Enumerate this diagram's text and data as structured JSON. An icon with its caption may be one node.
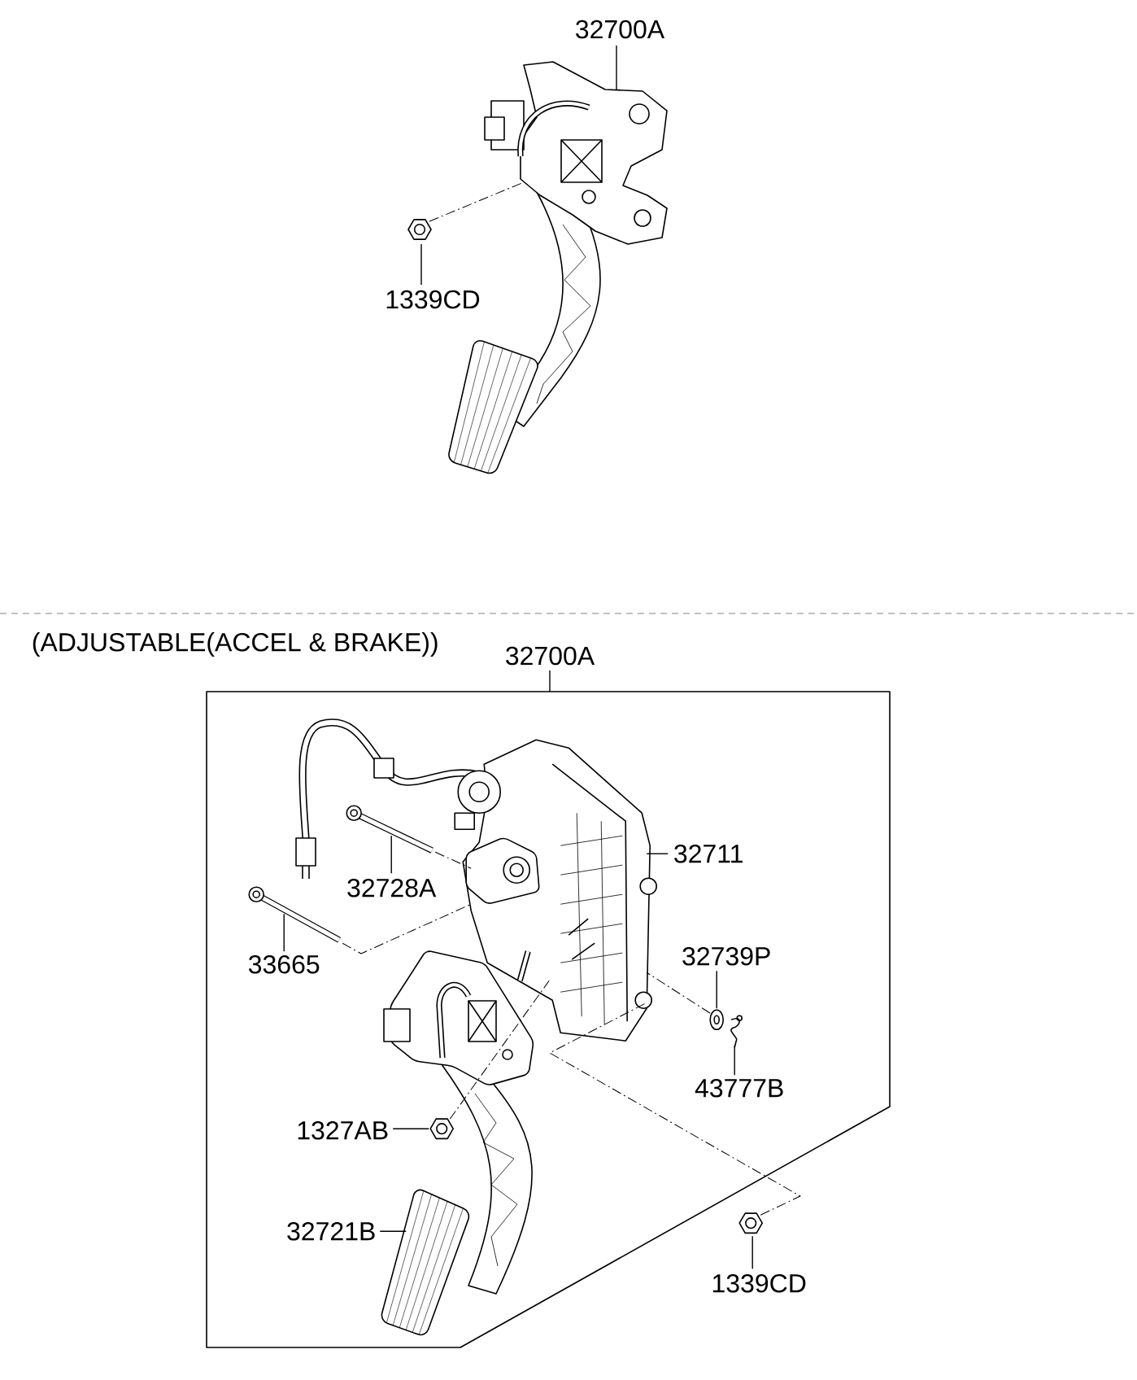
{
  "diagram": {
    "nodes": [
      {
        "text": [
          "32700A"
        ]
      },
      {
        "text": [],
        "shape": "picture"
      },
      {
        "text": [
          "1339CD"
        ]
      },
      {
        "text": [],
        "shape": "picture"
      },
      {
        "text": [
          "32700A"
        ]
      },
      {
        "text": [],
        "shape": "box"
      },
      {
        "text": [],
        "shape": "picture",
        "in": 5
      },
      {
        "text": [
          "32711"
        ],
        "in": 5
      },
      {
        "text": [],
        "shape": "picture",
        "in": 5
      },
      {
        "text": [
          "32728A"
        ],
        "in": 5
      },
      {
        "text": [],
        "shape": "picture",
        "in": 5
      },
      {
        "text": [
          "33665"
        ],
        "in": 5
      },
      {
        "text": [],
        "shape": "picture",
        "in": 5
      },
      {
        "text": [
          "32739P"
        ],
        "in": 5
      },
      {
        "text": [],
        "shape": "picture",
        "in": 5
      },
      {
        "text": [
          "43777B"
        ],
        "in": 5
      },
      {
        "text": [],
        "shape": "picture",
        "in": 5
      },
      {
        "text": [
          "1327AB"
        ],
        "in": 5
      },
      {
        "text": [],
        "shape": "picture",
        "in": 5
      },
      {
        "text": [
          "32721B"
        ],
        "in": 5
      },
      {
        "text": [],
        "shape": "picture",
        "in": 5
      },
      {
        "text": [
          "1339CD"
        ],
        "in": 5
      }
    ],
    "edges": [
      {
        "from": 0,
        "to": 1,
        "arrow": "none"
      },
      {
        "from": 2,
        "to": 3,
        "arrow": "none"
      },
      {
        "from": 3,
        "to": 1,
        "arrow": "none",
        "style": "dashed"
      },
      {
        "from": 4,
        "to": 5,
        "arrow": "none"
      },
      {
        "from": 7,
        "to": 6,
        "arrow": "none"
      },
      {
        "from": 9,
        "to": 8,
        "arrow": "none"
      },
      {
        "from": 11,
        "to": 10,
        "arrow": "none"
      },
      {
        "from": 13,
        "to": 12,
        "arrow": "none"
      },
      {
        "from": 15,
        "to": 14,
        "arrow": "none"
      },
      {
        "from": 17,
        "to": 16,
        "arrow": "none"
      },
      {
        "from": 19,
        "to": 18,
        "arrow": "none"
      },
      {
        "from": 21,
        "to": 20,
        "arrow": "none"
      },
      {
        "from": 10,
        "to": 6,
        "arrow": "none",
        "style": "dashed"
      },
      {
        "from": 8,
        "to": 6,
        "arrow": "none",
        "style": "dashed"
      },
      {
        "from": 16,
        "to": 6,
        "arrow": "none",
        "style": "dashed"
      },
      {
        "from": 12,
        "to": 6,
        "arrow": "none",
        "style": "dashed"
      },
      {
        "from": 20,
        "to": 6,
        "arrow": "none",
        "style": "dashed"
      }
    ],
    "labels": [
      "(ADJUSTABLE(ACCEL & BRAKE))"
    ]
  }
}
